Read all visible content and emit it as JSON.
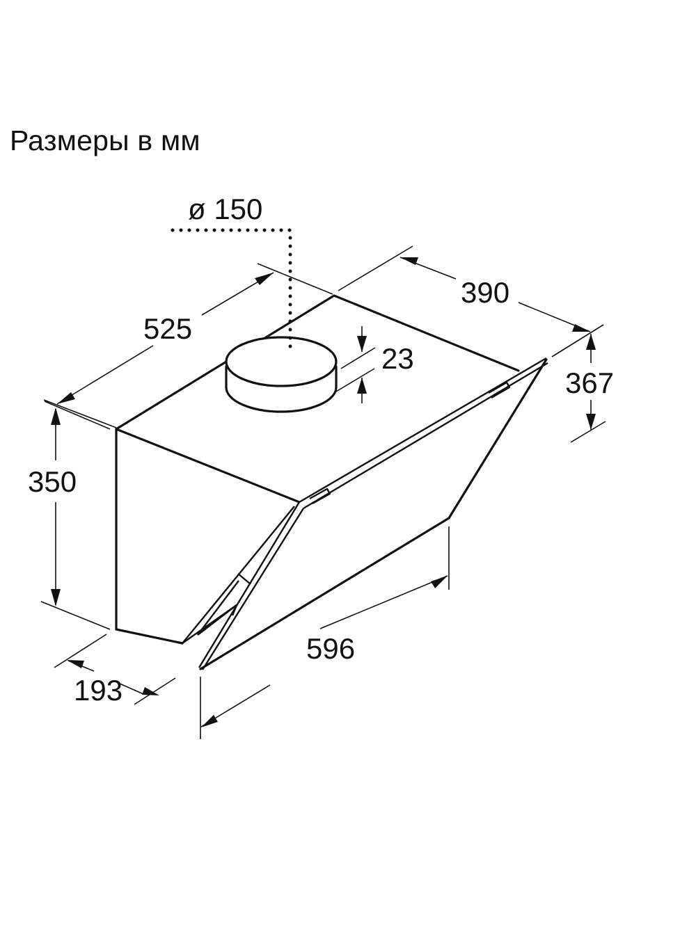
{
  "title": "Размеры в мм",
  "diagram": {
    "subject": "inclined-glass-wall-cooker-hood",
    "units": "mm",
    "colors": {
      "line": "#111111",
      "background": "#ffffff"
    },
    "dimensions": {
      "duct_diameter": "ø 150",
      "depth_top": "525",
      "width_top": "390",
      "duct_height": "23",
      "glass_height": "367",
      "body_height": "350",
      "bottom_depth": "193",
      "width": "596"
    }
  }
}
